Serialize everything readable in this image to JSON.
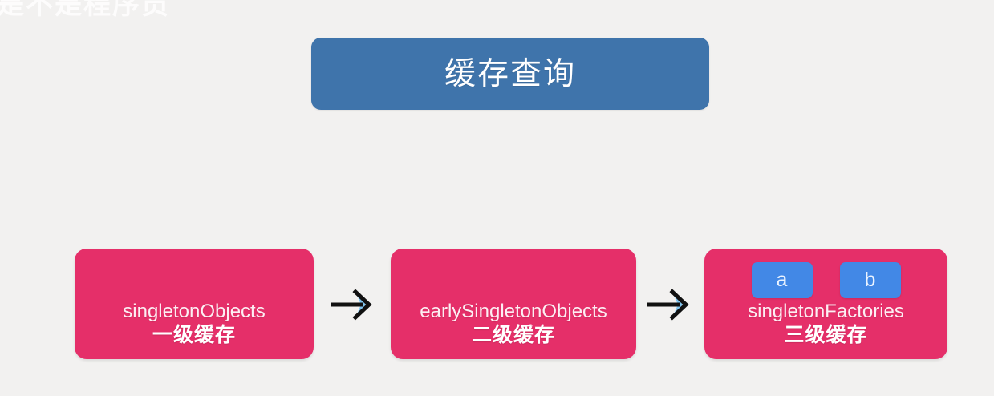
{
  "watermark": {
    "text": "是不是程序员",
    "logo": "  "
  },
  "title": {
    "label": "缓存查询",
    "color": "#3f74ab",
    "text_color": "#ffffff"
  },
  "background_color": "#f2f1f0",
  "flow": {
    "box_color": "#e52f69",
    "chip_color": "#4288e6",
    "arrow_color": "#111111",
    "arrow_accent_color": "#7fc4ef",
    "boxes": [
      {
        "name": "singletonObjects",
        "level": "一级缓存",
        "chips": []
      },
      {
        "name": "earlySingletonObjects",
        "level": "二级缓存",
        "chips": []
      },
      {
        "name": "singletonFactories",
        "level": "三级缓存",
        "chips": [
          {
            "label": "a"
          },
          {
            "label": "b"
          }
        ]
      }
    ],
    "arrows": [
      {
        "icon": "arrow-right-icon"
      },
      {
        "icon": "arrow-right-icon"
      }
    ]
  }
}
